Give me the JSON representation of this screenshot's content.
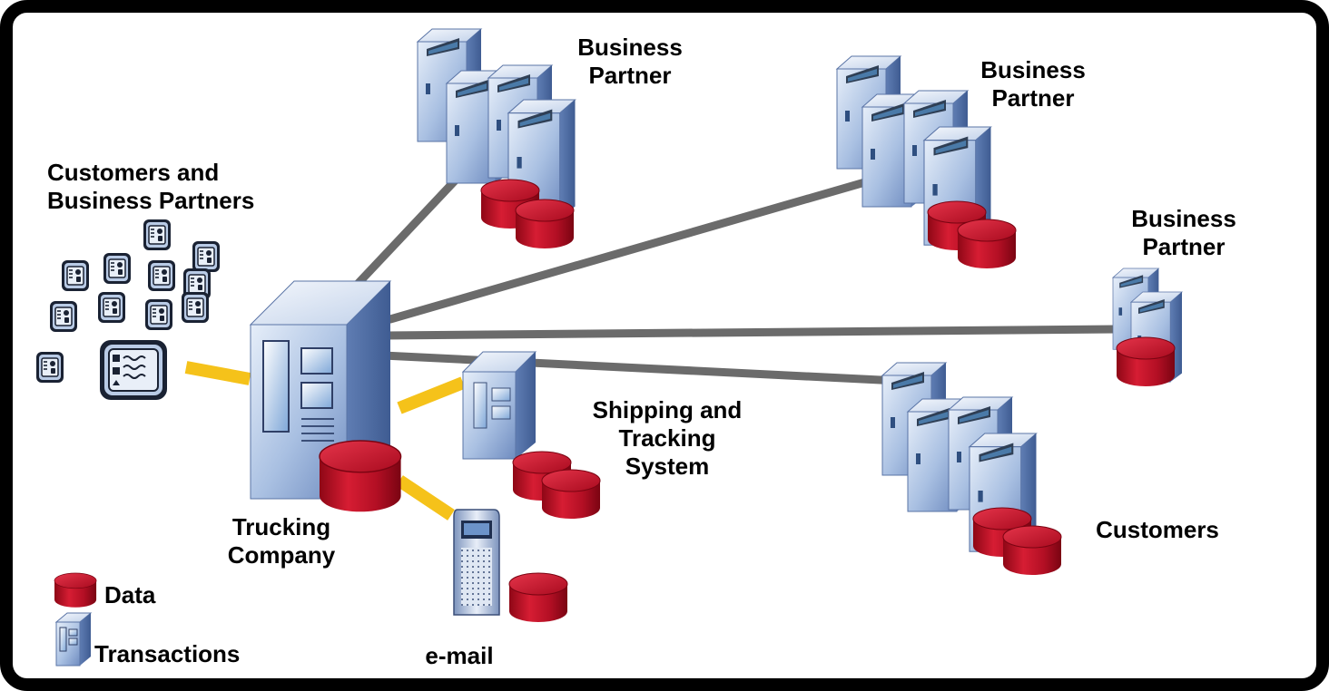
{
  "labels": {
    "partner_top": "Business\nPartner",
    "partner_upper_right": "Business\nPartner",
    "partner_right": "Business\nPartner",
    "customers_and_partners": "Customers and\nBusiness Partners",
    "shipping_system": "Shipping and\nTracking\nSystem",
    "trucking_company": "Trucking\nCompany",
    "customers": "Customers",
    "email": "e-mail"
  },
  "legend": {
    "data_label": "Data",
    "transactions_label": "Transactions"
  },
  "icons": {
    "data": "database-cylinder-icon",
    "transactions": "server-tower-icon",
    "client_device": "pda-device-icon",
    "mail_server": "mail-server-icon"
  },
  "colors": {
    "frame": "#000000",
    "network_link": "#6b6b6b",
    "client_link": "#f5c21a",
    "database": "#c4122a",
    "server": "#9fb8dc"
  }
}
